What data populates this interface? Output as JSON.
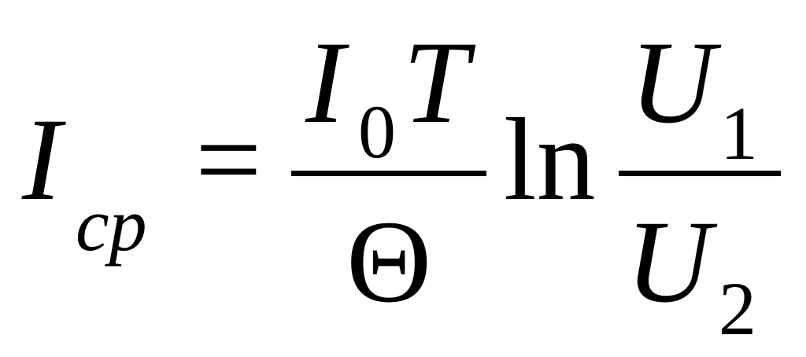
{
  "formula": {
    "lhs": {
      "symbol": "I",
      "subscript": "cp"
    },
    "equals": "=",
    "fraction1": {
      "numerator_symbol": "I",
      "numerator_subscript": "0",
      "numerator_factor": "T",
      "denominator": "Θ"
    },
    "function": "ln",
    "fraction2": {
      "numerator_symbol": "U",
      "numerator_subscript": "1",
      "denominator_symbol": "U",
      "denominator_subscript": "2"
    }
  }
}
